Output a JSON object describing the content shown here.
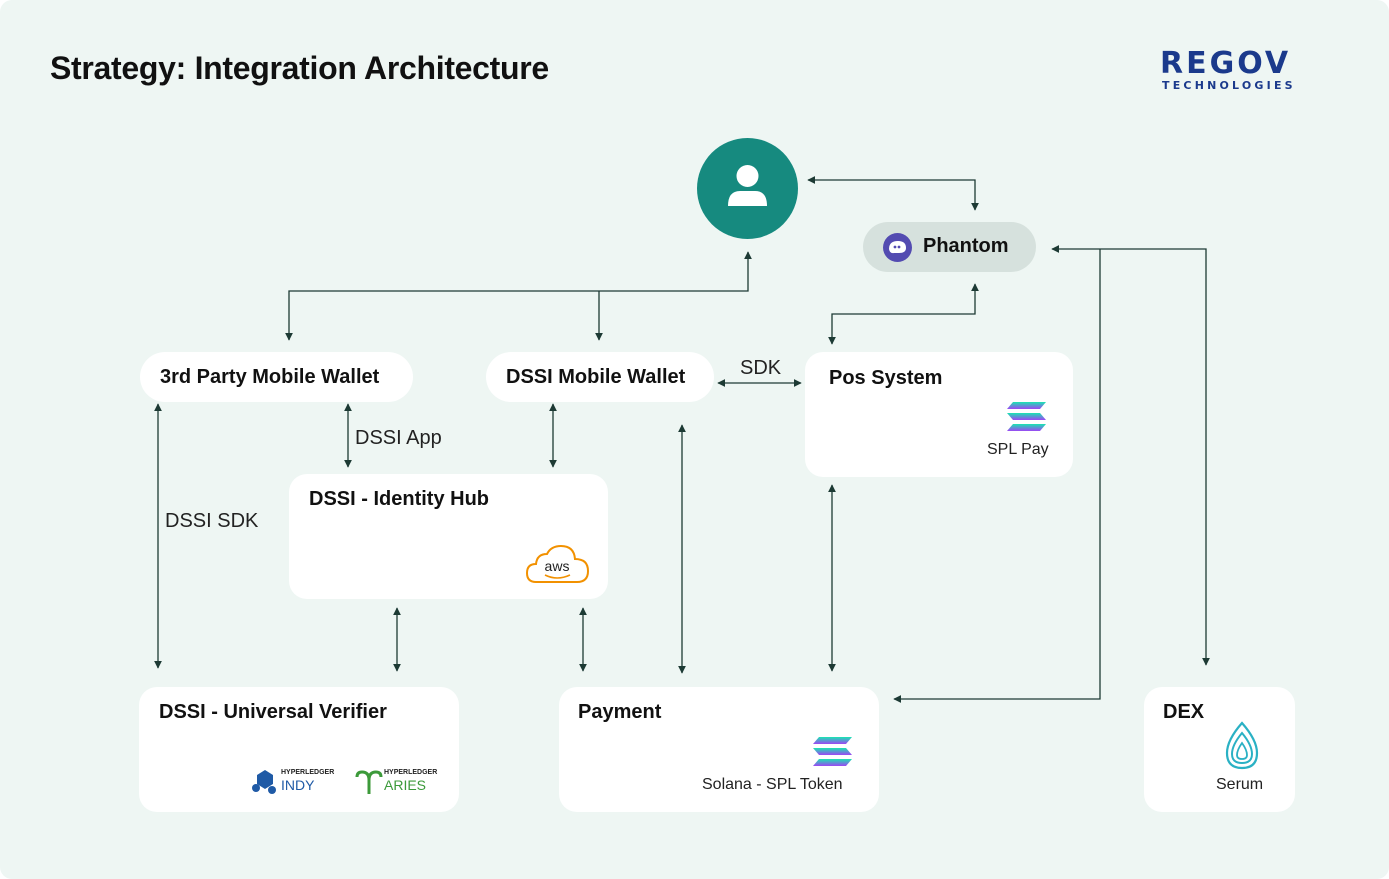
{
  "title": "Strategy: Integration Architecture",
  "logo": {
    "main": "REGOV",
    "sub": "TECHNOLOGIES",
    "color": "#1b3a8c",
    "accent": "#6fb62b"
  },
  "colors": {
    "background": "#eef6f3",
    "user": "#168a7f",
    "phantom_bg": "#d6e1dd",
    "phantom_icon": "#534bb1",
    "aws": "#f29100",
    "serum": "#2ab1c4",
    "solana_top": "#19e6b2",
    "solana_bottom": "#9d45f4",
    "indy": "#1f5aa6",
    "aries": "#3c9a3a"
  },
  "user": {
    "icon": "user-icon"
  },
  "phantom": {
    "label": "Phantom",
    "icon": "phantom-ghost-icon"
  },
  "nodes": {
    "third_party_wallet": {
      "label": "3rd Party Mobile Wallet"
    },
    "dssi_mobile_wallet": {
      "label": "DSSI Mobile Wallet"
    },
    "pos_system": {
      "label": "Pos System",
      "sub": "SPL Pay",
      "icon": "solana-icon"
    },
    "identity_hub": {
      "label": "DSSI - Identity Hub",
      "icon": "aws-icon",
      "icon_text": "aws"
    },
    "universal_verifier": {
      "label": "DSSI - Universal Verifier",
      "logos": [
        {
          "icon": "hyperledger-indy-icon",
          "top": "HYPERLEDGER",
          "name": "INDY"
        },
        {
          "icon": "hyperledger-aries-icon",
          "top": "HYPERLEDGER",
          "name": "ARIES"
        }
      ]
    },
    "payment": {
      "label": "Payment",
      "sub": "Solana - SPL Token",
      "icon": "solana-icon"
    },
    "dex": {
      "label": "DEX",
      "sub": "Serum",
      "icon": "serum-icon"
    }
  },
  "edge_labels": {
    "sdk": "SDK",
    "dssi_app": "DSSI App",
    "dssi_sdk": "DSSI SDK"
  }
}
